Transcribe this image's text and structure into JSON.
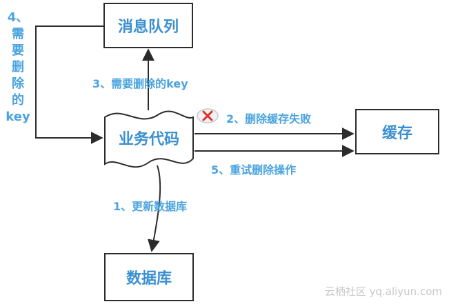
{
  "nodes": {
    "queue": "消息队列",
    "business": "业务代码",
    "cache": "缓存",
    "db": "数据库"
  },
  "edges": {
    "step1": "1、更新数据库",
    "step2": "2、删除缓存失败",
    "step3": "3、需要删除的key",
    "step4_chars": [
      "4、",
      "需",
      "要",
      "删",
      "除",
      "的",
      "key"
    ],
    "step5": "5、重试删除操作"
  },
  "icons": {
    "fail": "red-x-fail-icon"
  },
  "colors": {
    "text": "#4aa3df",
    "box_text": "#3a8fd1",
    "line": "#2b2b2b",
    "fail": "#e03030"
  },
  "watermark": "云栖社区 yq.aliyun.com"
}
